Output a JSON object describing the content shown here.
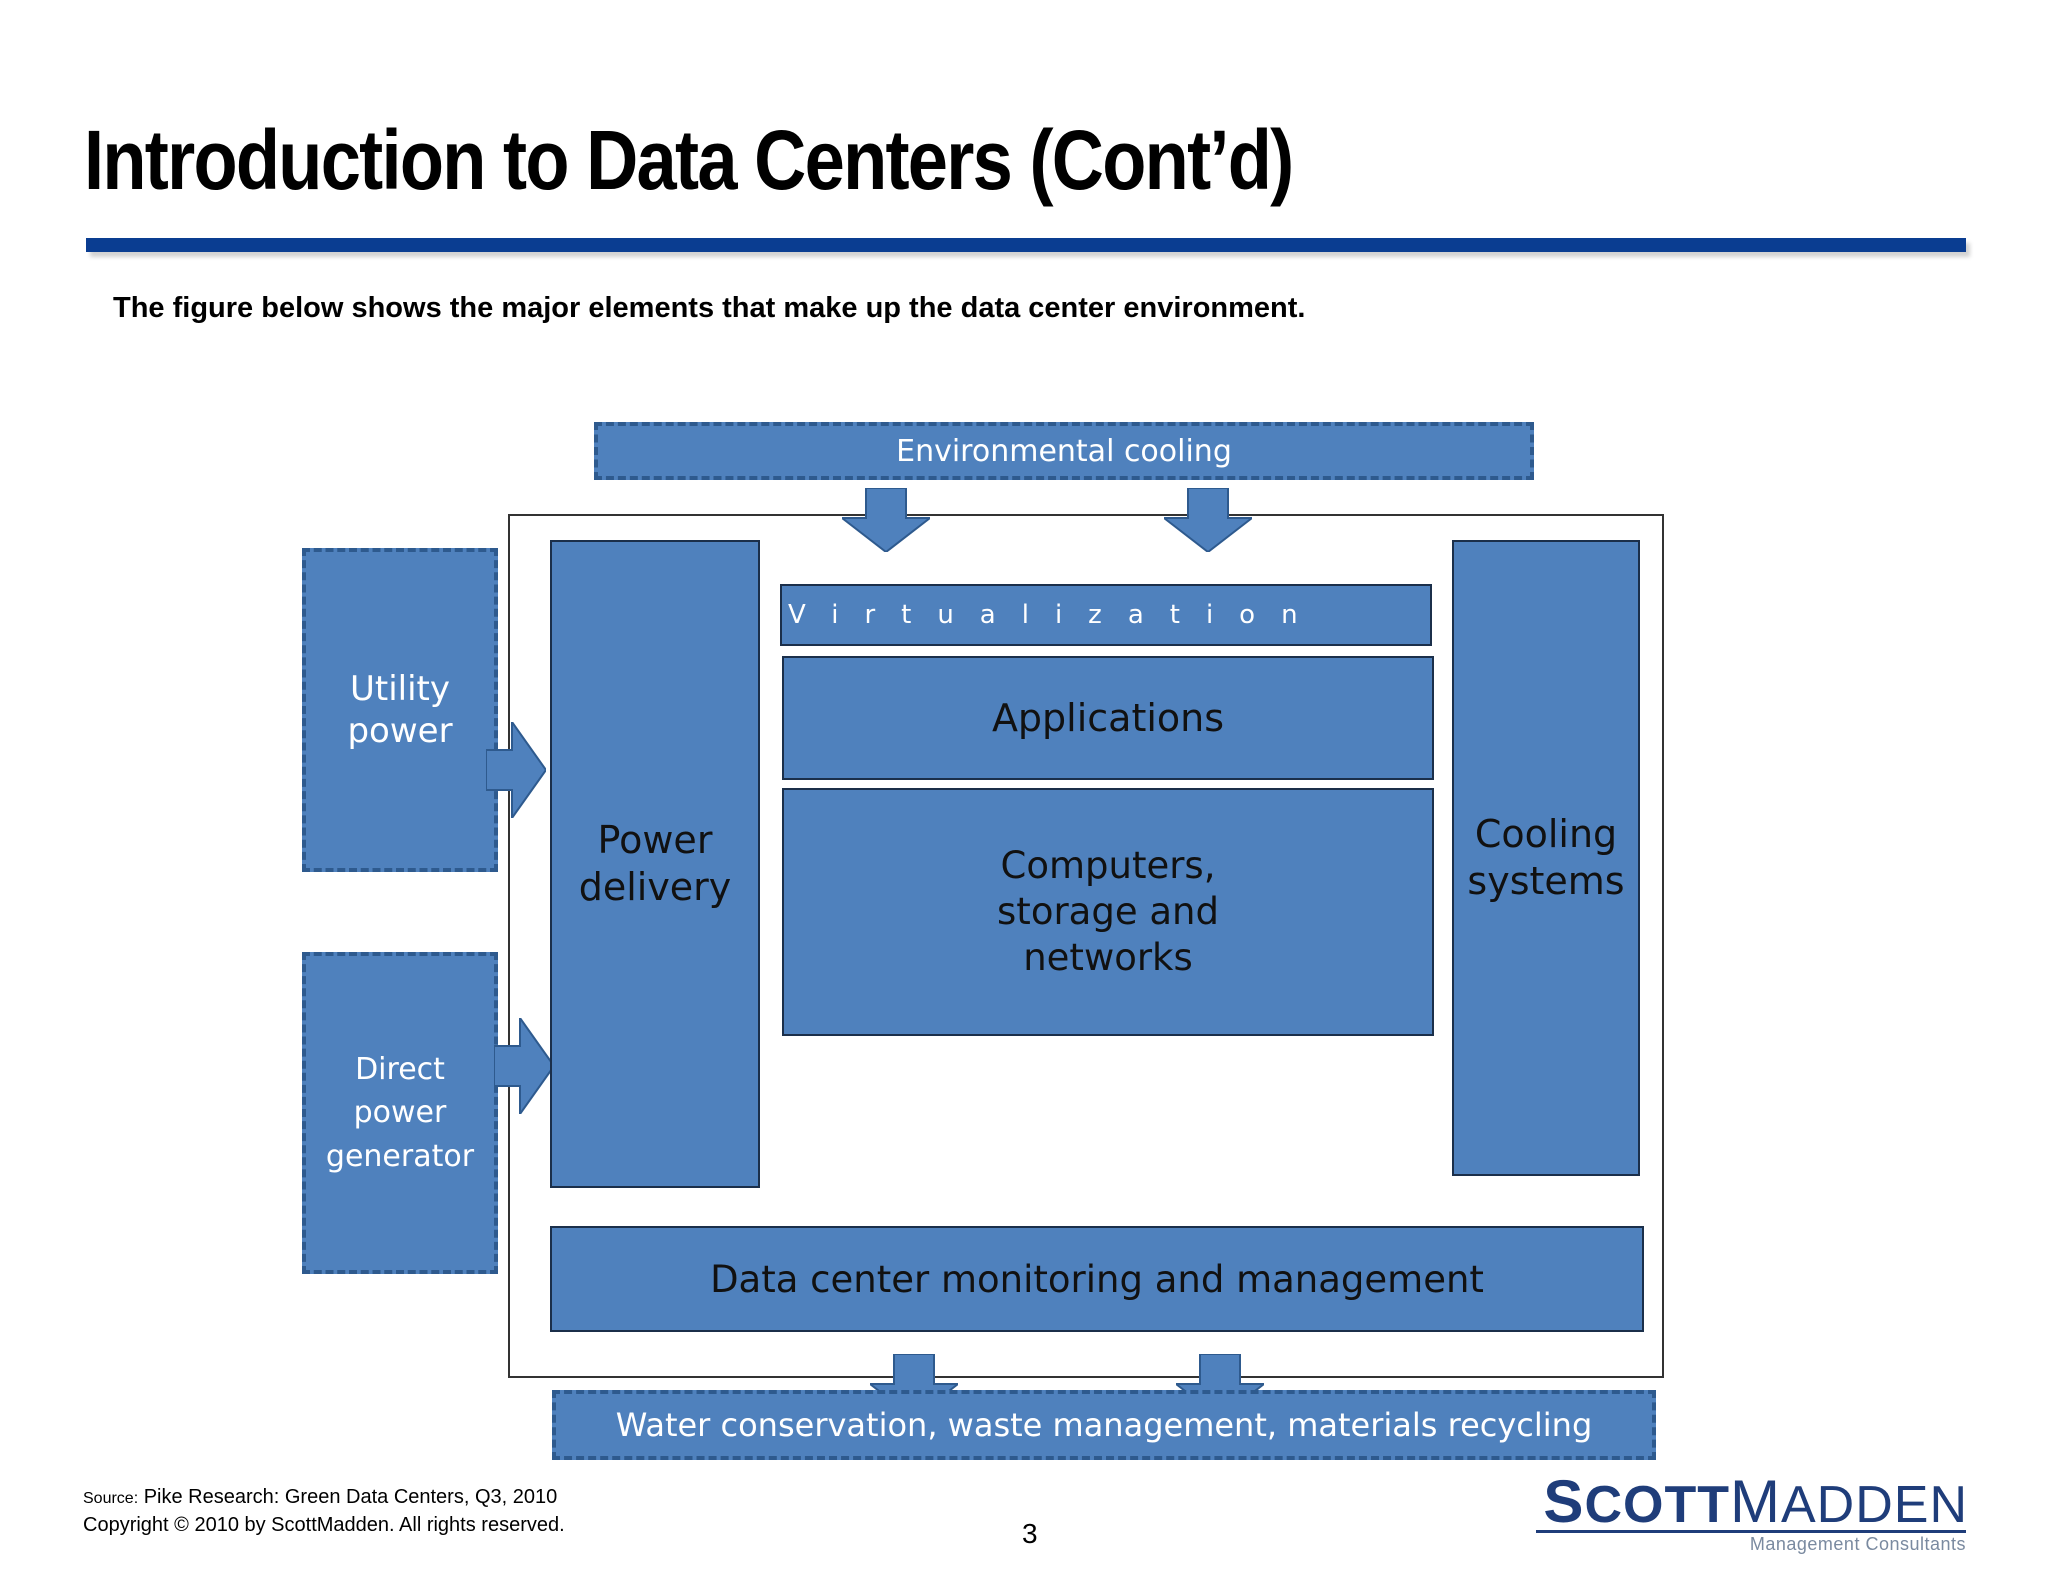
{
  "slide": {
    "title": "Introduction to Data Centers (Cont’d)",
    "subtitle": "The figure below shows the major elements that make up the data center environment."
  },
  "diagram": {
    "environmental_cooling": "Environmental cooling",
    "utility_power": "Utility power",
    "direct_power_generator": "Direct power generator",
    "power_delivery": "Power delivery",
    "virtualization": "Virtualization",
    "applications": "Applications",
    "computers": "Computers, storage and networks",
    "cooling_systems": "Cooling systems",
    "monitoring": "Data center monitoring and management",
    "water": "Water conservation, waste management, materials recycling"
  },
  "footer": {
    "source_label": "Source:",
    "source_text": " Pike Research: Green Data Centers, Q3, 2010",
    "copyright": "Copyright © 2010 by ScottMadden. All rights reserved.",
    "page_number": "3"
  },
  "logo": {
    "name_s1": "S",
    "name_cott": "COTT",
    "name_m": "M",
    "name_adden": "ADDEN",
    "tagline": "Management Consultants"
  },
  "colors": {
    "box_fill": "#4f81bd",
    "box_border": "#2e5a8e",
    "title_rule": "#0a3d91",
    "logo": "#1f3d7a"
  }
}
